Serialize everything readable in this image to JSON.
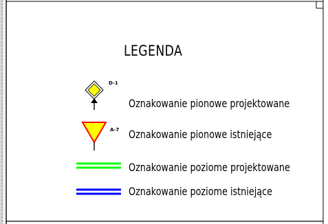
{
  "legend": {
    "title": "LEGENDA",
    "items": [
      {
        "symbol": "designed-sign-diamond",
        "code": "D-1",
        "label": "Oznakowanie pionowe projektowane",
        "fill_color": "#ffff00"
      },
      {
        "symbol": "existing-sign-triangle",
        "code": "A-7",
        "label": "Oznakowanie pionowe istniejące",
        "fill_color": "#ffff00",
        "border_color": "#ff0000"
      },
      {
        "symbol": "double-line-green",
        "label": "Oznakowanie poziome projektowane",
        "line_color": "#00ff00"
      },
      {
        "symbol": "double-line-blue",
        "label": "Oznakowanie poziome istniejące",
        "line_color": "#0000ff"
      }
    ]
  }
}
